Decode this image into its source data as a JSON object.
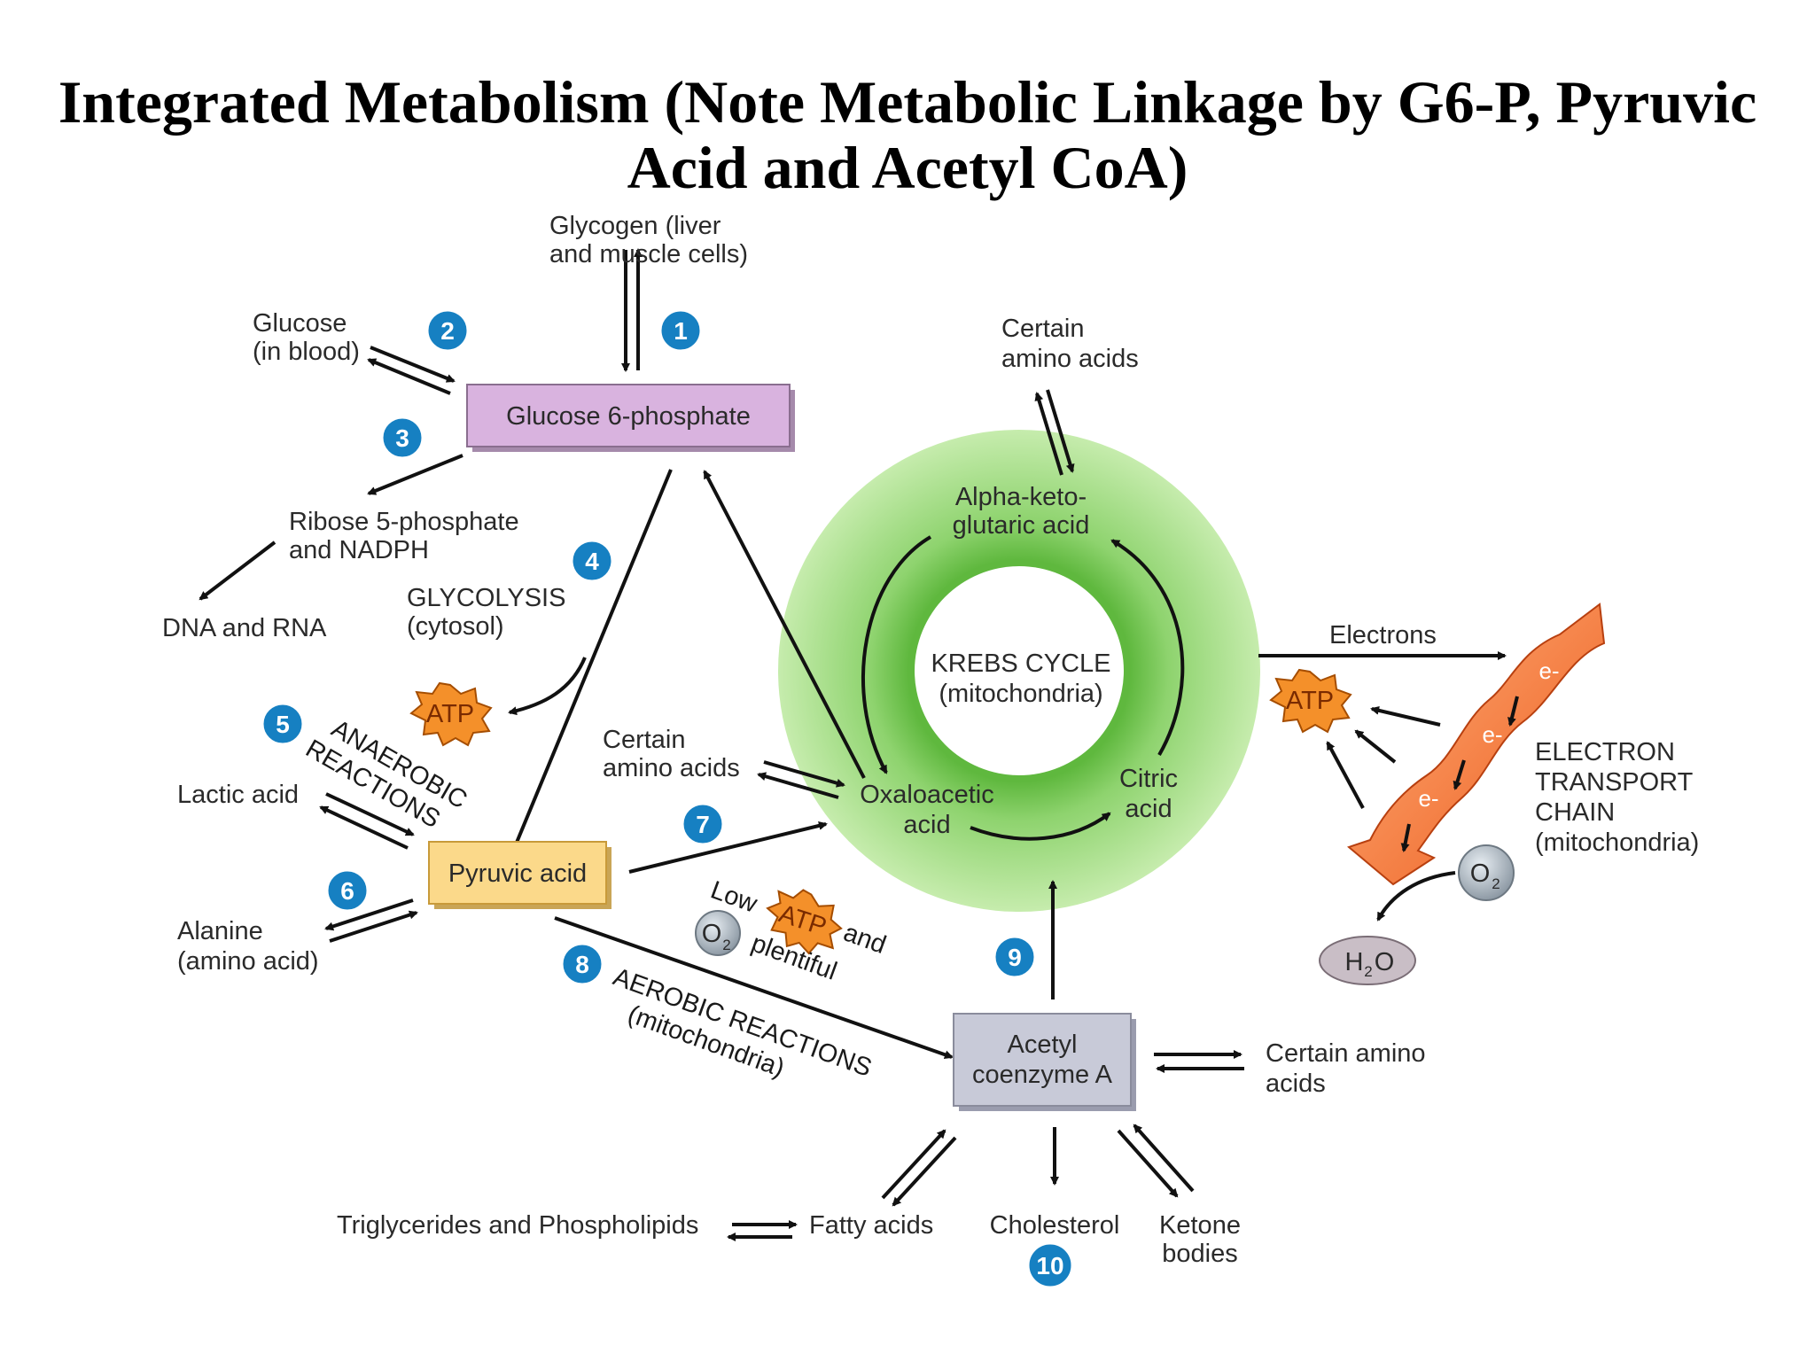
{
  "title": {
    "line1": "Integrated Metabolism (Note Metabolic Linkage by G6-P, Pyruvic",
    "line2": "Acid and Acetyl CoA)"
  },
  "nodes": {
    "glycogen": [
      "Glycogen (liver",
      "and muscle cells)"
    ],
    "glucose_blood": [
      "Glucose",
      "(in blood)"
    ],
    "g6p": "Glucose 6-phosphate",
    "ribose": [
      "Ribose 5-phosphate",
      "and NADPH"
    ],
    "dna_rna": "DNA and RNA",
    "glycolysis": [
      "GLYCOLYSIS",
      "(cytosol)"
    ],
    "atp": "ATP",
    "anaerobic": [
      "ANAEROBIC",
      "REACTIONS"
    ],
    "lactic": "Lactic acid",
    "pyruvic": "Pyruvic acid",
    "alanine": [
      "Alanine",
      "(amino acid)"
    ],
    "certain_aa_left": [
      "Certain",
      "amino acids"
    ],
    "certain_aa_top": [
      "Certain",
      "amino acids"
    ],
    "alpha_keto": [
      "Alpha-keto-",
      "glutaric acid"
    ],
    "krebs": [
      "KREBS CYCLE",
      "(mitochondria)"
    ],
    "oxaloacetic": [
      "Oxaloacetic",
      "acid"
    ],
    "citric": [
      "Citric",
      "acid"
    ],
    "low": "Low",
    "and": "and",
    "plentiful": "plentiful",
    "aerobic": [
      "AEROBIC REACTIONS",
      "(mitochondria)"
    ],
    "acetyl": [
      "Acetyl",
      "coenzyme A"
    ],
    "certain_aa_right": [
      "Certain amino",
      "acids"
    ],
    "triglycerides": "Triglycerides and Phospholipids",
    "fatty": "Fatty acids",
    "cholesterol": "Cholesterol",
    "ketone": [
      "Ketone",
      "bodies"
    ],
    "electrons": "Electrons",
    "etc": [
      "ELECTRON",
      "TRANSPORT",
      "CHAIN",
      "(mitochondria)"
    ],
    "e_minus": "e-",
    "o2": "O",
    "o2_sub": "2",
    "h2o_h": "H",
    "h2o_sub": "2",
    "h2o_o": "O"
  },
  "badges": [
    "1",
    "2",
    "3",
    "4",
    "5",
    "6",
    "7",
    "8",
    "9",
    "10"
  ],
  "colors": {
    "badge": "#1680c2",
    "g6p_fill": "#d9b3df",
    "pyruvic_fill": "#fbd98a",
    "acetyl_fill": "#c8cad8",
    "krebs_ring": "#8fd16b",
    "atp_fill": "#f4902a",
    "etc_fill": "#f1712a"
  }
}
